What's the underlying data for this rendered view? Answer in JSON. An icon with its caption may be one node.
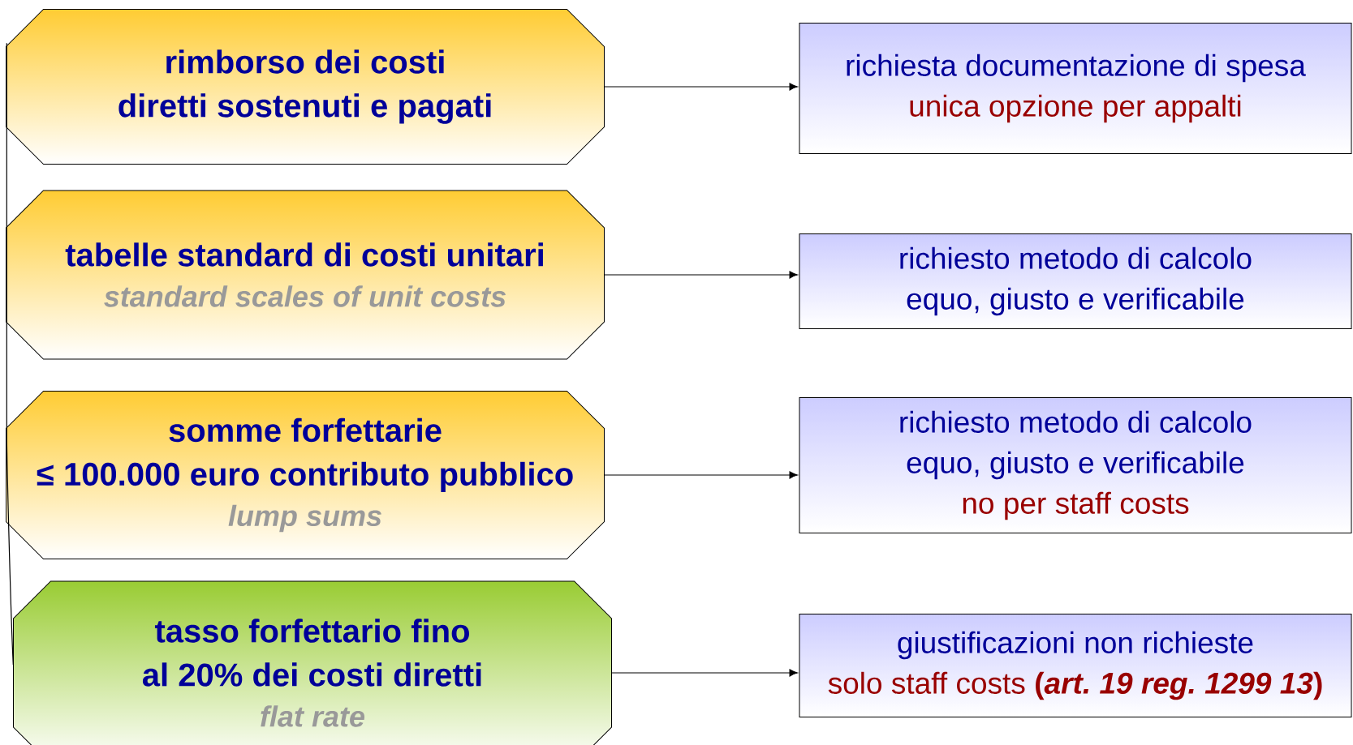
{
  "diagram": {
    "nodes": [
      {
        "text": [
          "rimborso dei costi diretti sostenuti e pagati"
        ]
      },
      {
        "text": [
          "tabelle standard di costi unitari",
          "standard scales of unit costs"
        ]
      },
      {
        "text": [
          "somme forfettarie",
          "≤ 100.000 euro contributo pubblico",
          "lump sums"
        ]
      },
      {
        "text": [
          "tasso forfettario fino al 20% dei costi diretti",
          "flat rate"
        ]
      },
      {
        "text": [
          "richiesta documentazione di spesa",
          "unica opzione per appalti"
        ]
      },
      {
        "text": [
          "richiesto metodo di calcolo equo, giusto e verificabile"
        ]
      },
      {
        "text": [
          "richiesto metodo di calcolo equo, giusto e verificabile",
          "no per staff costs"
        ]
      },
      {
        "text": [
          "giustificazioni non richieste",
          "solo staff costs **(*art. 19 reg. 1299 13*)**"
        ]
      }
    ],
    "edges": [
      {
        "from": 0,
        "to": 4,
        "arrow": "to"
      },
      {
        "from": 1,
        "to": 5,
        "arrow": "to"
      },
      {
        "from": 2,
        "to": 6,
        "arrow": "to"
      },
      {
        "from": 3,
        "to": 7,
        "arrow": "to"
      },
      {
        "from": 0,
        "to": 3,
        "arrow": "none"
      }
    ]
  }
}
